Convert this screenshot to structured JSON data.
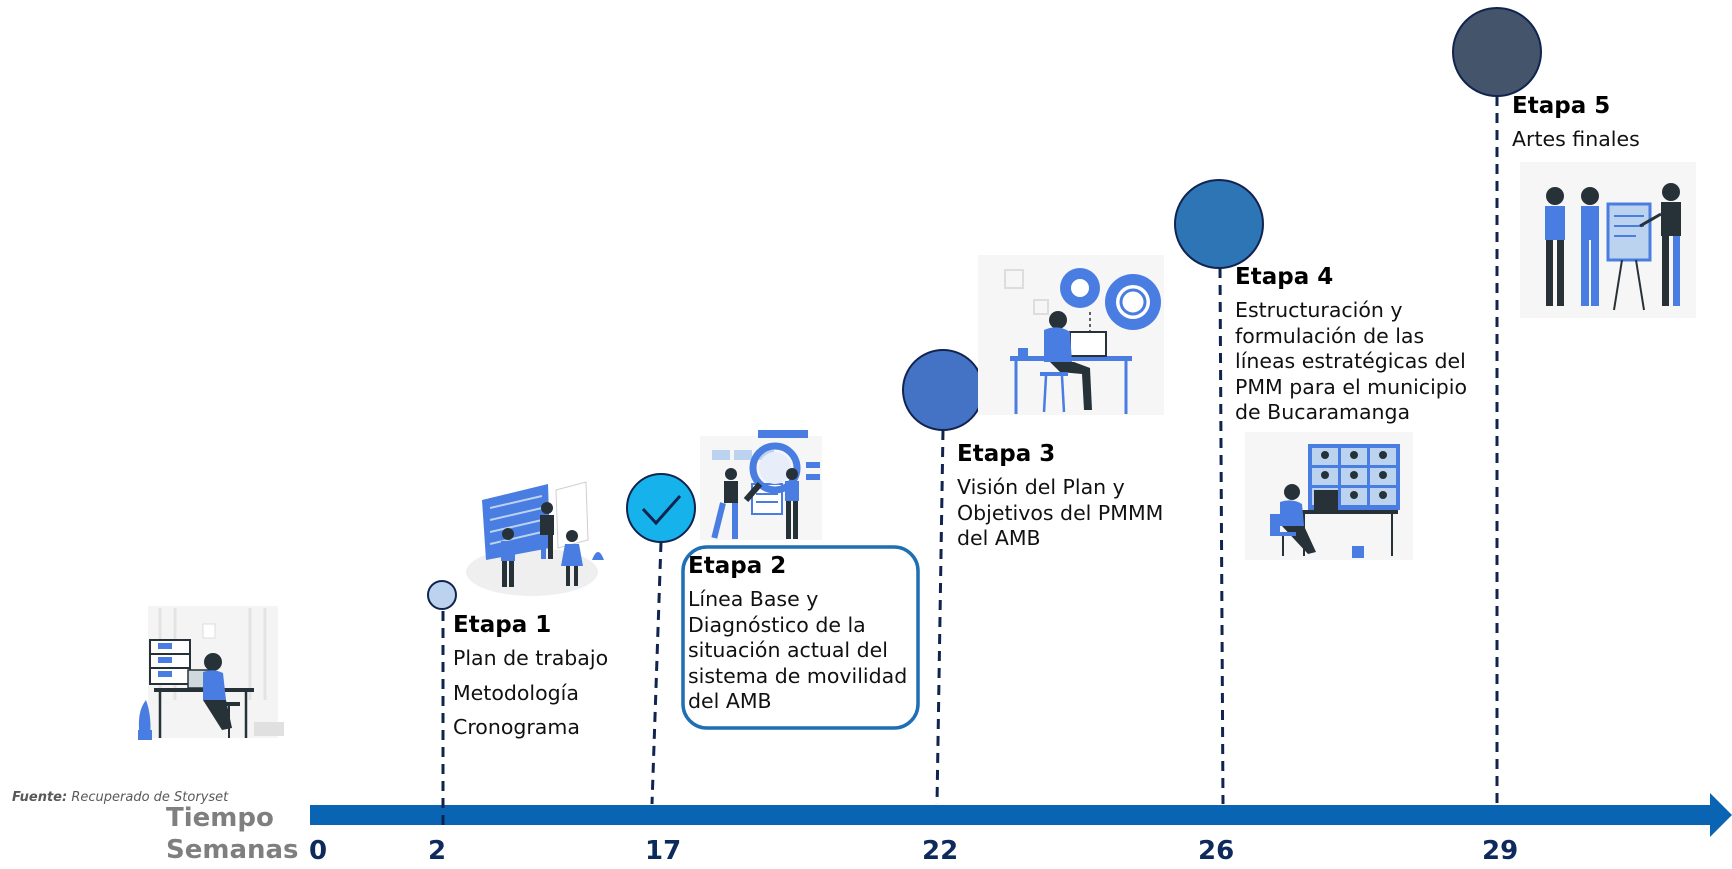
{
  "source": {
    "prefix": "Fuente:",
    "text": "Recuperado de Storyset"
  },
  "axis": {
    "line1": "Tiempo",
    "line2": "Semanas"
  },
  "weeks": [
    "0",
    "2",
    "17",
    "22",
    "26",
    "29"
  ],
  "stages": [
    {
      "title": "Etapa 1",
      "lines": [
        "Plan de trabajo",
        "Metodología",
        "Cronograma"
      ]
    },
    {
      "title": "Etapa 2",
      "lines": [
        "Línea Base y",
        "Diagnóstico de la",
        "situación actual del",
        "sistema de movilidad",
        "del AMB"
      ],
      "status": "completed"
    },
    {
      "title": "Etapa 3",
      "lines": [
        "Visión del Plan y",
        "Objetivos del PMMM",
        "del AMB"
      ]
    },
    {
      "title": "Etapa 4",
      "lines": [
        "Estructuración y",
        "formulación de las",
        "líneas estratégicas del",
        "PMM para el municipio",
        "de Bucaramanga"
      ]
    },
    {
      "title": "Etapa 5",
      "lines": [
        "Artes finales"
      ]
    }
  ],
  "colors": {
    "arrow": "#0a64b4",
    "dashed": "#10244f",
    "node1": "#bcd3ef",
    "node2": "#16b2ec",
    "node3": "#4472c4",
    "node4": "#2e75b6",
    "node5": "#44546a",
    "highlight_box": "#1f6fb5"
  },
  "icons": [
    "office-desk-illustration",
    "planning-board-illustration",
    "search-analysis-illustration",
    "gears-workstation-illustration",
    "video-meeting-illustration",
    "presentation-illustration",
    "checkmark-icon"
  ]
}
